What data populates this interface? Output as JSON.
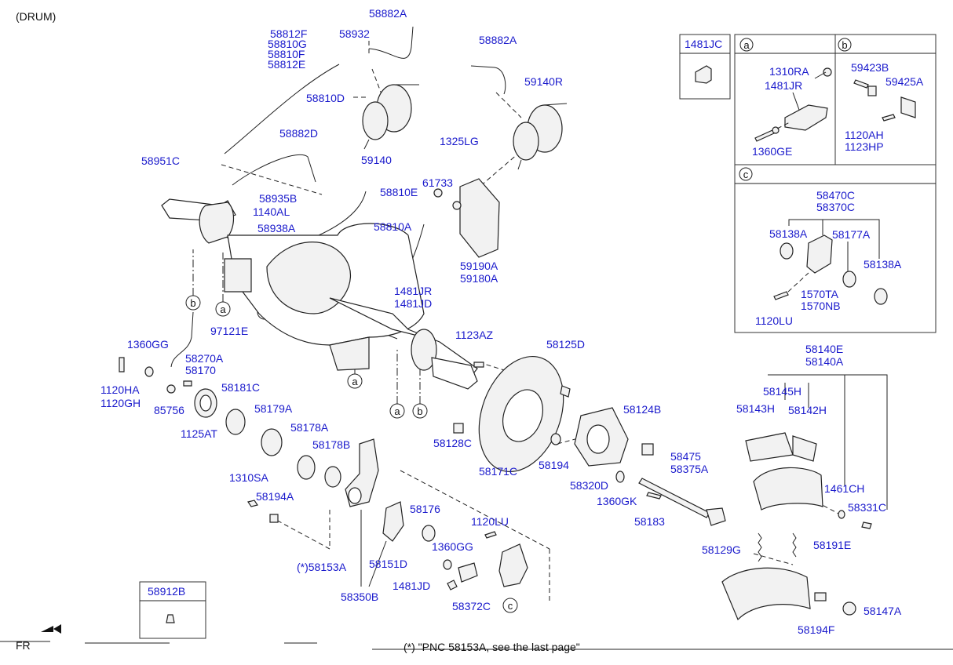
{
  "header": {
    "title": "(DRUM)"
  },
  "callouts": [
    "a",
    "b",
    "c"
  ],
  "labels": {
    "p58882A_top": "58882A",
    "p58932": "58932",
    "p58812F": "58812F",
    "p58810G": "58810G",
    "p58810F": "58810F",
    "p58812E": "58812E",
    "p58810D": "58810D",
    "p59140": "59140",
    "p58882A_mid": "58882A",
    "p59140R": "59140R",
    "p58882D": "58882D",
    "p58951C": "58951C",
    "p1325LG": "1325LG",
    "p61733": "61733",
    "p58935B": "58935B",
    "p58810E": "58810E",
    "p1140AL": "1140AL",
    "p58938A": "58938A",
    "p58810A": "58810A",
    "p59190A": "59190A",
    "p59180A": "59180A",
    "p1481JR": "1481JR",
    "p1481JD": "1481JD",
    "p97121E": "97121E",
    "p1360GG": "1360GG",
    "p1120HA": "1120HA",
    "p1120GH": "1120GH",
    "p58270A": "58270A",
    "p58170": "58170",
    "p58181C": "58181C",
    "p85756": "85756",
    "p1125AT": "1125AT",
    "p58179A": "58179A",
    "p1123AZ": "1123AZ",
    "p58125D": "58125D",
    "p58178A": "58178A",
    "p58178B": "58178B",
    "p58128C": "58128C",
    "p58171C": "58171C",
    "p58124B": "58124B",
    "p58194": "58194",
    "p58475": "58475",
    "p58375A": "58375A",
    "p58320D": "58320D",
    "p1360GK": "1360GK",
    "p58183": "58183",
    "p1310SA": "1310SA",
    "p58194A": "58194A",
    "p58176": "58176",
    "p1120LU": "1120LU",
    "p1360GG_b": "1360GG",
    "p58151D": "58151D",
    "p58153A": "(*)58153A",
    "p1481JD_b": "1481JD",
    "p58350B": "58350B",
    "p58372C": "58372C",
    "p58140E": "58140E",
    "p58140A": "58140A",
    "p58145H": "58145H",
    "p58143H": "58143H",
    "p58142H": "58142H",
    "p1461CH": "1461CH",
    "p58331C": "58331C",
    "p58129G": "58129G",
    "p58191E": "58191E",
    "p58194F": "58194F",
    "p58147A": "58147A"
  },
  "inset_1481JC": {
    "title": "1481JC"
  },
  "inset_a": {
    "tag": "a",
    "p1310RA": "1310RA",
    "p1481JR": "1481JR",
    "p1360GE": "1360GE"
  },
  "inset_b": {
    "tag": "b",
    "p59423B": "59423B",
    "p59425A": "59425A",
    "p1120AH": "1120AH",
    "p1123HP": "1123HP"
  },
  "inset_c": {
    "tag": "c",
    "p58470C": "58470C",
    "p58370C": "58370C",
    "p58138A_l": "58138A",
    "p58177A": "58177A",
    "p58138A_r": "58138A",
    "p1570TA": "1570TA",
    "p1570NB": "1570NB",
    "p1120LU": "1120LU"
  },
  "inset_58912B": {
    "title": "58912B"
  },
  "footer": {
    "fr": "FR",
    "note": "(*) \"PNC 58153A, see the last page\""
  }
}
